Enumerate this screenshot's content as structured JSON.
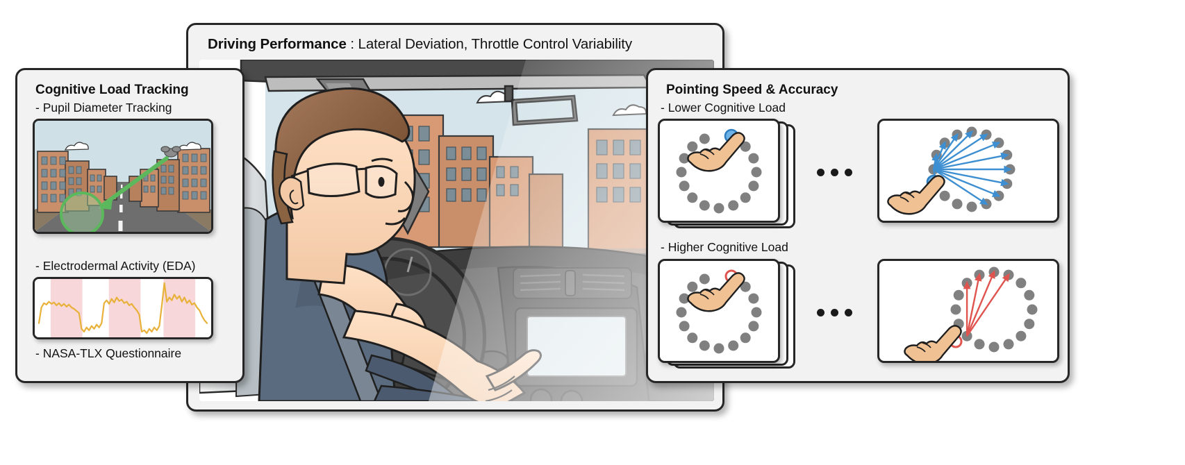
{
  "figure": {
    "title_strip": "Driving Performance : Lateral Deviation, Throttle Control Variability"
  },
  "driving_panel": {
    "label_bold": "Driving Performance",
    "label_sep": " : ",
    "label_rest": "Lateral Deviation, Throttle Control Variability",
    "scene_alt": "driver-in-car-illustration"
  },
  "left_panel": {
    "title": "Cognitive Load Tracking",
    "items": [
      "- Pupil Diameter Tracking",
      "- Electrodermal Activity (EDA)",
      "- NASA-TLX Questionnaire"
    ],
    "pupil_box": {
      "name": "pupil-diameter-tracking-image",
      "gaze_circle_color": "#63b463",
      "arrow_color": "#5cb85c",
      "sky_color": "#cfe0e6",
      "road_color": "#6e6e6e",
      "building_color": "#c98f6a"
    },
    "eda_box": {
      "name": "electrodermal-activity-plot",
      "signal_color": "#e8b13a",
      "band_color": "#f7d7d9",
      "bands": 3
    }
  },
  "right_panel": {
    "title": "Pointing Speed & Accuracy",
    "conditions": [
      {
        "label": "- Lower Cognitive Load",
        "accent": "#3d8fd1",
        "target_fill": "#6db3e8",
        "arrow_count": 12
      },
      {
        "label": "- Higher Cognitive Load",
        "accent": "#e0544f",
        "target_fill": "#ffffff",
        "arrow_count": 4
      }
    ],
    "ellipsis_dots": 3,
    "ring_dot_count": 16,
    "ring_dot_color": "#808080",
    "hand_color": "#f0c193"
  },
  "chart_data": {
    "type": "line",
    "title": "Electrodermal Activity (EDA)",
    "xlabel": "",
    "ylabel": "",
    "series": [
      {
        "name": "EDA",
        "values": [
          30,
          52,
          58,
          56,
          60,
          57,
          59,
          55,
          58,
          54,
          57,
          53,
          56,
          52,
          50,
          47,
          44,
          22,
          18,
          24,
          20,
          26,
          22,
          28,
          24,
          30,
          58,
          62,
          57,
          64,
          59,
          66,
          61,
          63,
          58,
          60,
          55,
          57,
          52,
          48,
          42,
          18,
          20,
          16,
          22,
          18,
          24,
          20,
          26,
          55,
          86,
          60,
          66,
          62,
          70,
          64,
          68,
          60,
          66,
          58,
          62,
          56,
          58,
          52,
          48,
          40,
          34,
          30
        ]
      }
    ],
    "shaded_bands": [
      {
        "x0": 0.09,
        "x1": 0.27
      },
      {
        "x0": 0.42,
        "x1": 0.6
      },
      {
        "x0": 0.73,
        "x1": 0.91
      }
    ],
    "grid": false,
    "legend": "none"
  }
}
